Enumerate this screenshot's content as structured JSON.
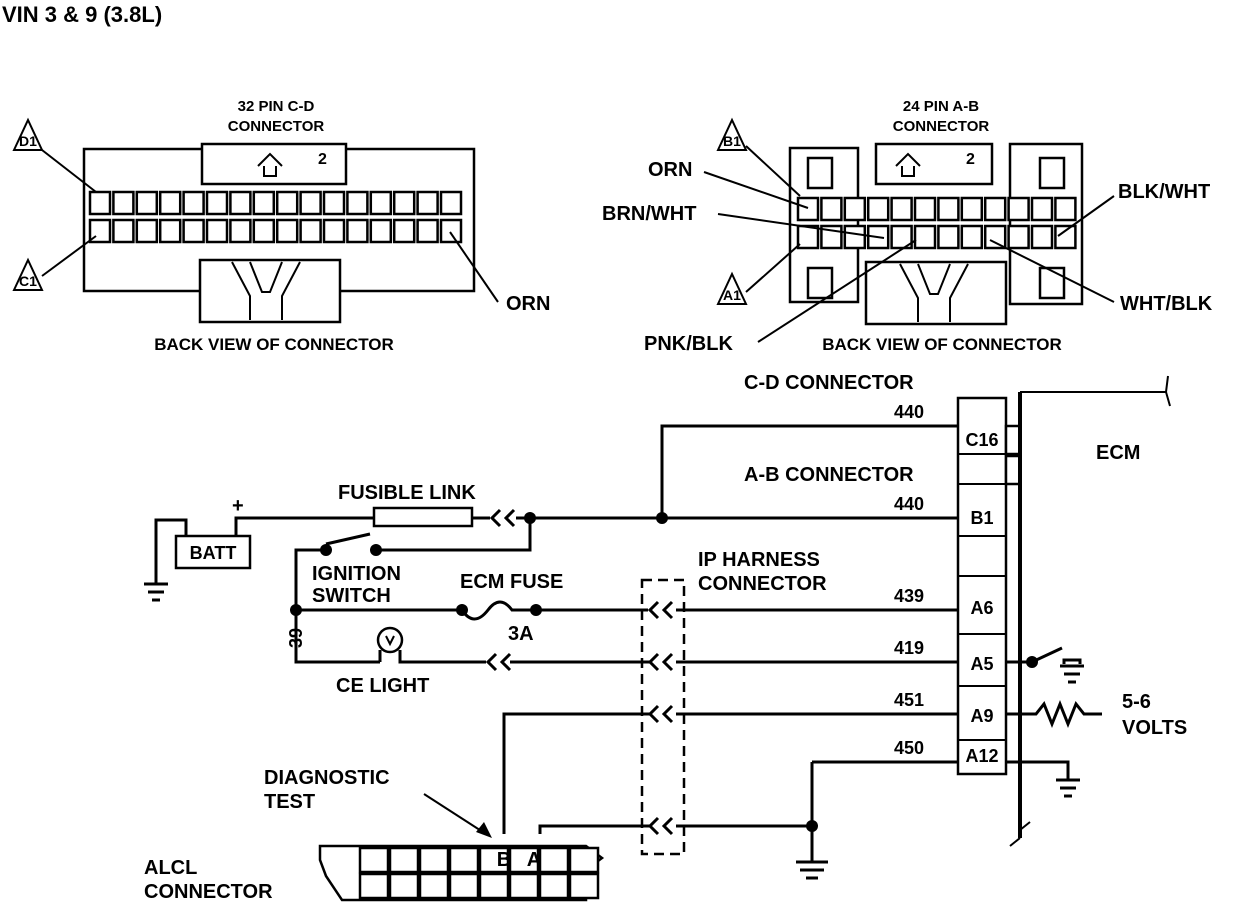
{
  "title": "VIN 3 & 9 (3.8L)",
  "connector_cd": {
    "title_line1": "32 PIN C-D",
    "title_line2": "CONNECTOR",
    "pin_d1": "D1",
    "pin_c1": "C1",
    "wire_orn": "ORN",
    "back_view": "BACK VIEW OF CONNECTOR"
  },
  "connector_ab": {
    "title_line1": "24 PIN A-B",
    "title_line2": "CONNECTOR",
    "pin_b1": "B1",
    "pin_a1": "A1",
    "wire_orn": "ORN",
    "wire_brn_wht": "BRN/WHT",
    "wire_blk_wht": "BLK/WHT",
    "wire_wht_blk": "WHT/BLK",
    "wire_pnk_blk": "PNK/BLK",
    "back_view": "BACK VIEW OF CONNECTOR"
  },
  "schematic": {
    "cd_connector_label": "C-D CONNECTOR",
    "ab_connector_label": "A-B CONNECTOR",
    "ecm_label": "ECM",
    "batt_label": "BATT",
    "batt_plus": "+",
    "fusible_link": "FUSIBLE LINK",
    "ignition_line1": "IGNITION",
    "ignition_line2": "SWITCH",
    "ecm_fuse": "ECM FUSE",
    "fuse_rating": "3A",
    "ce_light": "CE LIGHT",
    "wire_39": "39",
    "ip_harness_line1": "IP HARNESS",
    "ip_harness_line2": "CONNECTOR",
    "diag_line1": "DIAGNOSTIC",
    "diag_line2": "TEST",
    "alcl_line1": "ALCL",
    "alcl_line2": "CONNECTOR",
    "alcl_pin_b": "B",
    "alcl_pin_a": "A",
    "volts_line1": "5-6",
    "volts_line2": "VOLTS",
    "circuits": [
      "440",
      "440",
      "439",
      "419",
      "451",
      "450"
    ],
    "ecm_pins": [
      "C16",
      "B1",
      "A6",
      "A5",
      "A9",
      "A12"
    ]
  }
}
